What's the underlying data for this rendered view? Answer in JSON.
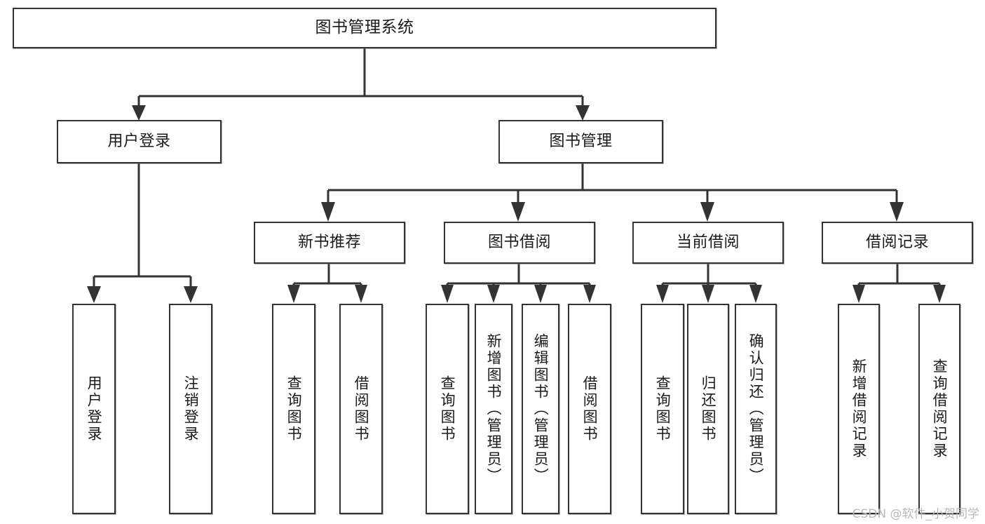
{
  "diagram": {
    "title": "图书管理系统",
    "type": "功能结构图",
    "watermark": "CSDN @软件_小贺同学",
    "colors": {
      "box_border": "#333333",
      "box_fill": "#ffffff",
      "connector": "#333333",
      "text": "#1a1a1a",
      "watermark": "#b9b9b9",
      "background": "#ffffff"
    },
    "nodes": {
      "root": {
        "label": "图书管理系统"
      },
      "level2": [
        {
          "label": "用户登录"
        },
        {
          "label": "图书管理"
        }
      ],
      "level3": [
        {
          "label": "新书推荐"
        },
        {
          "label": "图书借阅"
        },
        {
          "label": "当前借阅"
        },
        {
          "label": "借阅记录"
        }
      ],
      "leaves": {
        "user_login": [
          {
            "label": "用户登录"
          },
          {
            "label": "注销登录"
          }
        ],
        "new_book_recommend": [
          {
            "label": "查询图书"
          },
          {
            "label": "借阅图书"
          }
        ],
        "book_borrow": [
          {
            "label": "查询图书"
          },
          {
            "label": "新增图书（管理员）"
          },
          {
            "label": "编辑图书（管理员）"
          },
          {
            "label": "借阅图书"
          }
        ],
        "current_borrow": [
          {
            "label": "查询图书"
          },
          {
            "label": "归还图书"
          },
          {
            "label": "确认归还（管理员）"
          }
        ],
        "borrow_record": [
          {
            "label": "新增借阅记录"
          },
          {
            "label": "查询借阅记录"
          }
        ]
      }
    }
  }
}
